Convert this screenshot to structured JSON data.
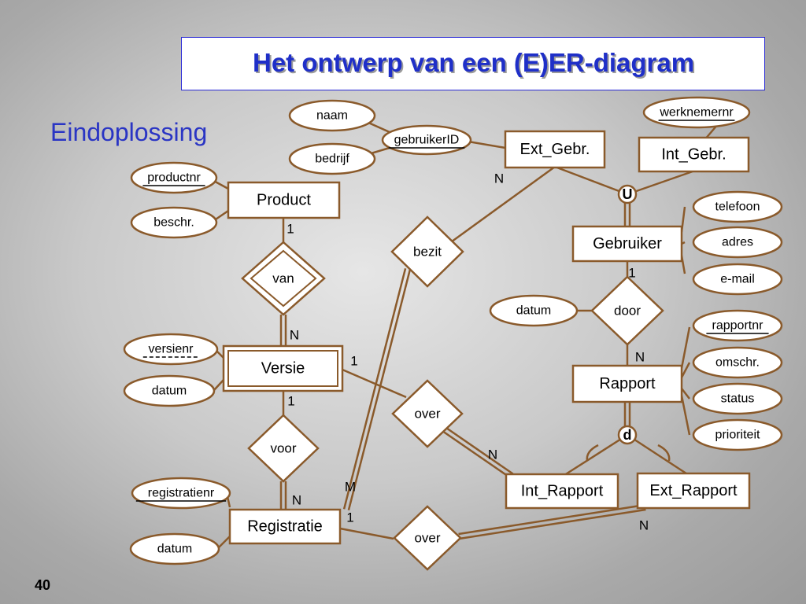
{
  "header": {
    "title": "Het ontwerp van een (E)ER-diagram"
  },
  "subtitle": "Eindoplossing",
  "page_number": "40",
  "colors": {
    "stroke": "#8a5a2b",
    "title": "#1f2fc8",
    "subtitle": "#2a35c4",
    "box_fill": "#ffffff"
  },
  "entities": [
    {
      "id": "product",
      "label": "Product"
    },
    {
      "id": "versie",
      "label": "Versie",
      "weak": true
    },
    {
      "id": "registratie",
      "label": "Registratie"
    },
    {
      "id": "ext_gebr",
      "label": "Ext_Gebr."
    },
    {
      "id": "int_gebr",
      "label": "Int_Gebr."
    },
    {
      "id": "gebruiker",
      "label": "Gebruiker"
    },
    {
      "id": "rapport",
      "label": "Rapport"
    },
    {
      "id": "int_rapport",
      "label": "Int_Rapport"
    },
    {
      "id": "ext_rapport",
      "label": "Ext_Rapport"
    }
  ],
  "relationships": [
    {
      "id": "van",
      "label": "van",
      "identifying": true
    },
    {
      "id": "voor",
      "label": "voor"
    },
    {
      "id": "bezit",
      "label": "bezit"
    },
    {
      "id": "over1",
      "label": "over"
    },
    {
      "id": "over2",
      "label": "over"
    },
    {
      "id": "door",
      "label": "door"
    }
  ],
  "attributes": [
    {
      "id": "naam",
      "label": "naam"
    },
    {
      "id": "bedrijf",
      "label": "bedrijf"
    },
    {
      "id": "gebruikerid",
      "label": "gebruikerID",
      "key": true
    },
    {
      "id": "werknemernr",
      "label": "werknemernr",
      "key": true
    },
    {
      "id": "productnr",
      "label": "productnr",
      "key": true
    },
    {
      "id": "beschr",
      "label": "beschr."
    },
    {
      "id": "versienr",
      "label": "versienr",
      "partial_key": true
    },
    {
      "id": "datum_versie",
      "label": "datum"
    },
    {
      "id": "registratienr",
      "label": "registratienr",
      "key": true
    },
    {
      "id": "datum_reg",
      "label": "datum"
    },
    {
      "id": "telefoon",
      "label": "telefoon"
    },
    {
      "id": "adres",
      "label": "adres"
    },
    {
      "id": "email",
      "label": "e-mail"
    },
    {
      "id": "datum_door",
      "label": "datum"
    },
    {
      "id": "rapportnr",
      "label": "rapportnr",
      "key": true
    },
    {
      "id": "omschr",
      "label": "omschr."
    },
    {
      "id": "status",
      "label": "status"
    },
    {
      "id": "prioriteit",
      "label": "prioriteit"
    }
  ],
  "specializations": [
    {
      "id": "union",
      "label": "U"
    },
    {
      "id": "disjoint",
      "label": "d"
    }
  ],
  "cardinalities": [
    {
      "id": "c_prod_van",
      "label": "1"
    },
    {
      "id": "c_van_versie",
      "label": "N"
    },
    {
      "id": "c_versie_voor",
      "label": "1"
    },
    {
      "id": "c_voor_reg",
      "label": "N"
    },
    {
      "id": "c_versie_over",
      "label": "1"
    },
    {
      "id": "c_over_intrap",
      "label": "N"
    },
    {
      "id": "c_bezit_reg",
      "label": "M"
    },
    {
      "id": "c_reg_over",
      "label": "1"
    },
    {
      "id": "c_over_extrap",
      "label": "N"
    },
    {
      "id": "c_extgebr_bezit",
      "label": "N"
    },
    {
      "id": "c_gebr_door",
      "label": "1"
    },
    {
      "id": "c_door_rapport",
      "label": "N"
    }
  ]
}
